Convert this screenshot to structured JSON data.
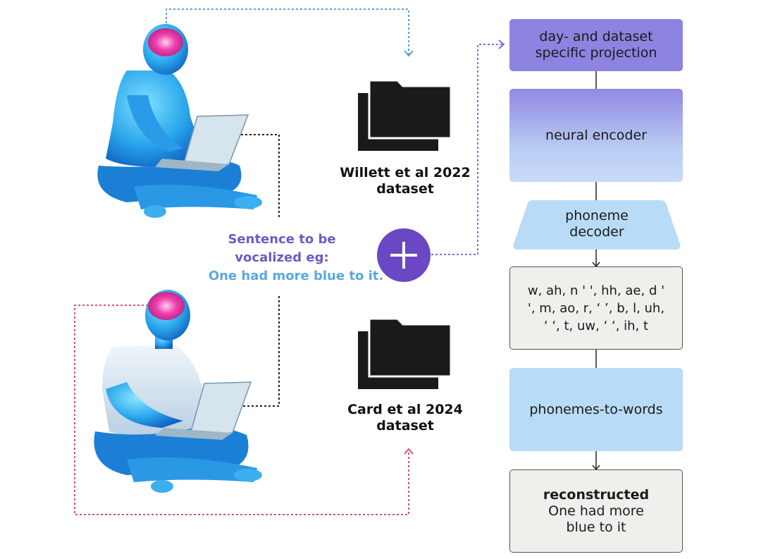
{
  "datasets": [
    {
      "line1": "Willett et al 2022",
      "line2": "dataset",
      "folder_icon": "folder-stack-icon",
      "color": "#1a1a1a"
    },
    {
      "line1": "Card et al 2024",
      "line2": "dataset",
      "folder_icon": "folder-stack-icon",
      "color": "#1a1a1a"
    }
  ],
  "sentence": {
    "line1": "Sentence to be",
    "line2": "vocalized eg:",
    "example": "One had more blue to it.",
    "label_color": "#6a5bc4",
    "example_color": "#5aa8e0"
  },
  "plus_icon": {
    "name": "plus-icon",
    "color": "#6a48c4"
  },
  "pipeline": {
    "projection": {
      "line1": "day- and dataset",
      "line2": "specific projection",
      "color": "#8d83e0"
    },
    "encoder": {
      "label": "neural encoder",
      "color_top": "#9289e2",
      "color_bottom": "#c9dbf7"
    },
    "decoder": {
      "line1": "phoneme",
      "line2": "decoder",
      "color": "#b8dcf7"
    },
    "phonemes": {
      "line1": "w, ah, n ' ', hh, ae, d '",
      "line2": "', m, ao, r, ‘ ’, b, l, uh,",
      "line3": "‘ ‘, t, uw, ‘ ‘, ih, t",
      "color": "#f1efec"
    },
    "p2w": {
      "label": "phonemes-to-words",
      "color": "#b8dcf7"
    },
    "output": {
      "bold": "reconstructed",
      "line2": "One had more",
      "line3": "blue to it",
      "color": "#f1efec"
    }
  },
  "colors": {
    "blue_dots": "#5aa0d8",
    "purple_dots": "#7b6fd6",
    "pink_dots": "#d9507a",
    "black_dots": "#222222"
  }
}
